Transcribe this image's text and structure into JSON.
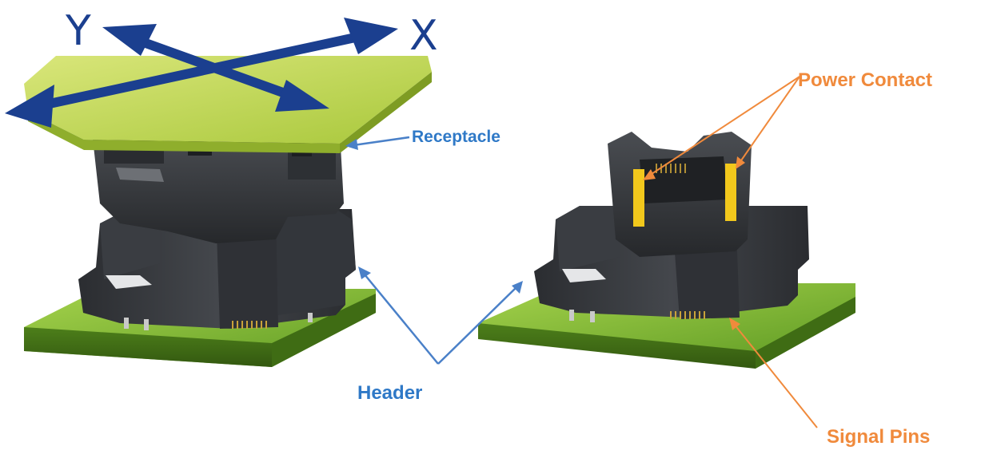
{
  "axes": {
    "y_label": "Y",
    "x_label": "X"
  },
  "labels": {
    "receptacle": "Receptacle",
    "header": "Header",
    "power_contact": "Power Contact",
    "signal_pins": "Signal Pins"
  },
  "colors": {
    "axis_arrow": "#1b3f8f",
    "blue_label": "#2f79c7",
    "orange_label": "#f08a3c",
    "pcb_green": "#7fb83a",
    "top_board": "#c8dc5a",
    "connector_body": "#3a3d42",
    "power_contact_gold": "#f2c81c"
  }
}
